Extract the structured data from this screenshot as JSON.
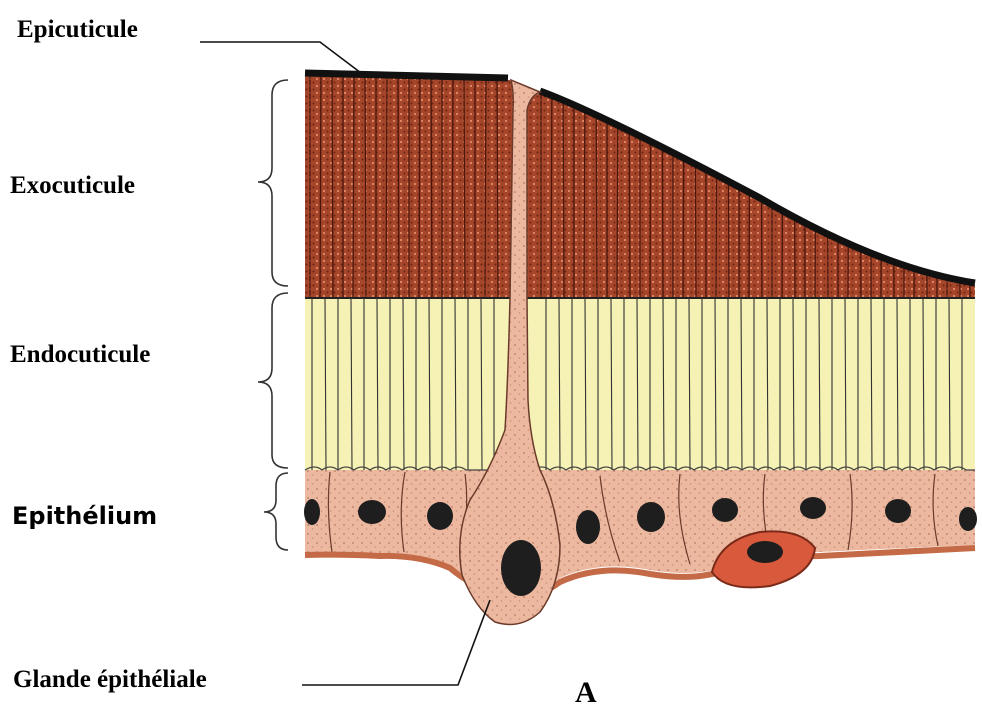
{
  "labels": {
    "epicuticule": "Epicuticule",
    "exocuticule": "Exocuticule",
    "endocuticule": "Endocuticule",
    "epithelium": "Epithélium",
    "glande": "Glande épithéliale",
    "figure_letter": "A"
  },
  "colors": {
    "exocuticle": "#9a3d24",
    "exocuticle_dark": "#5a1c10",
    "endocuticle": "#f6f1b4",
    "epithelium": "#eab59c",
    "gland": "#e9b69e",
    "nucleus": "#1e1e1e",
    "basement": "#c46a46",
    "lymph_cell": "#d9593d"
  }
}
